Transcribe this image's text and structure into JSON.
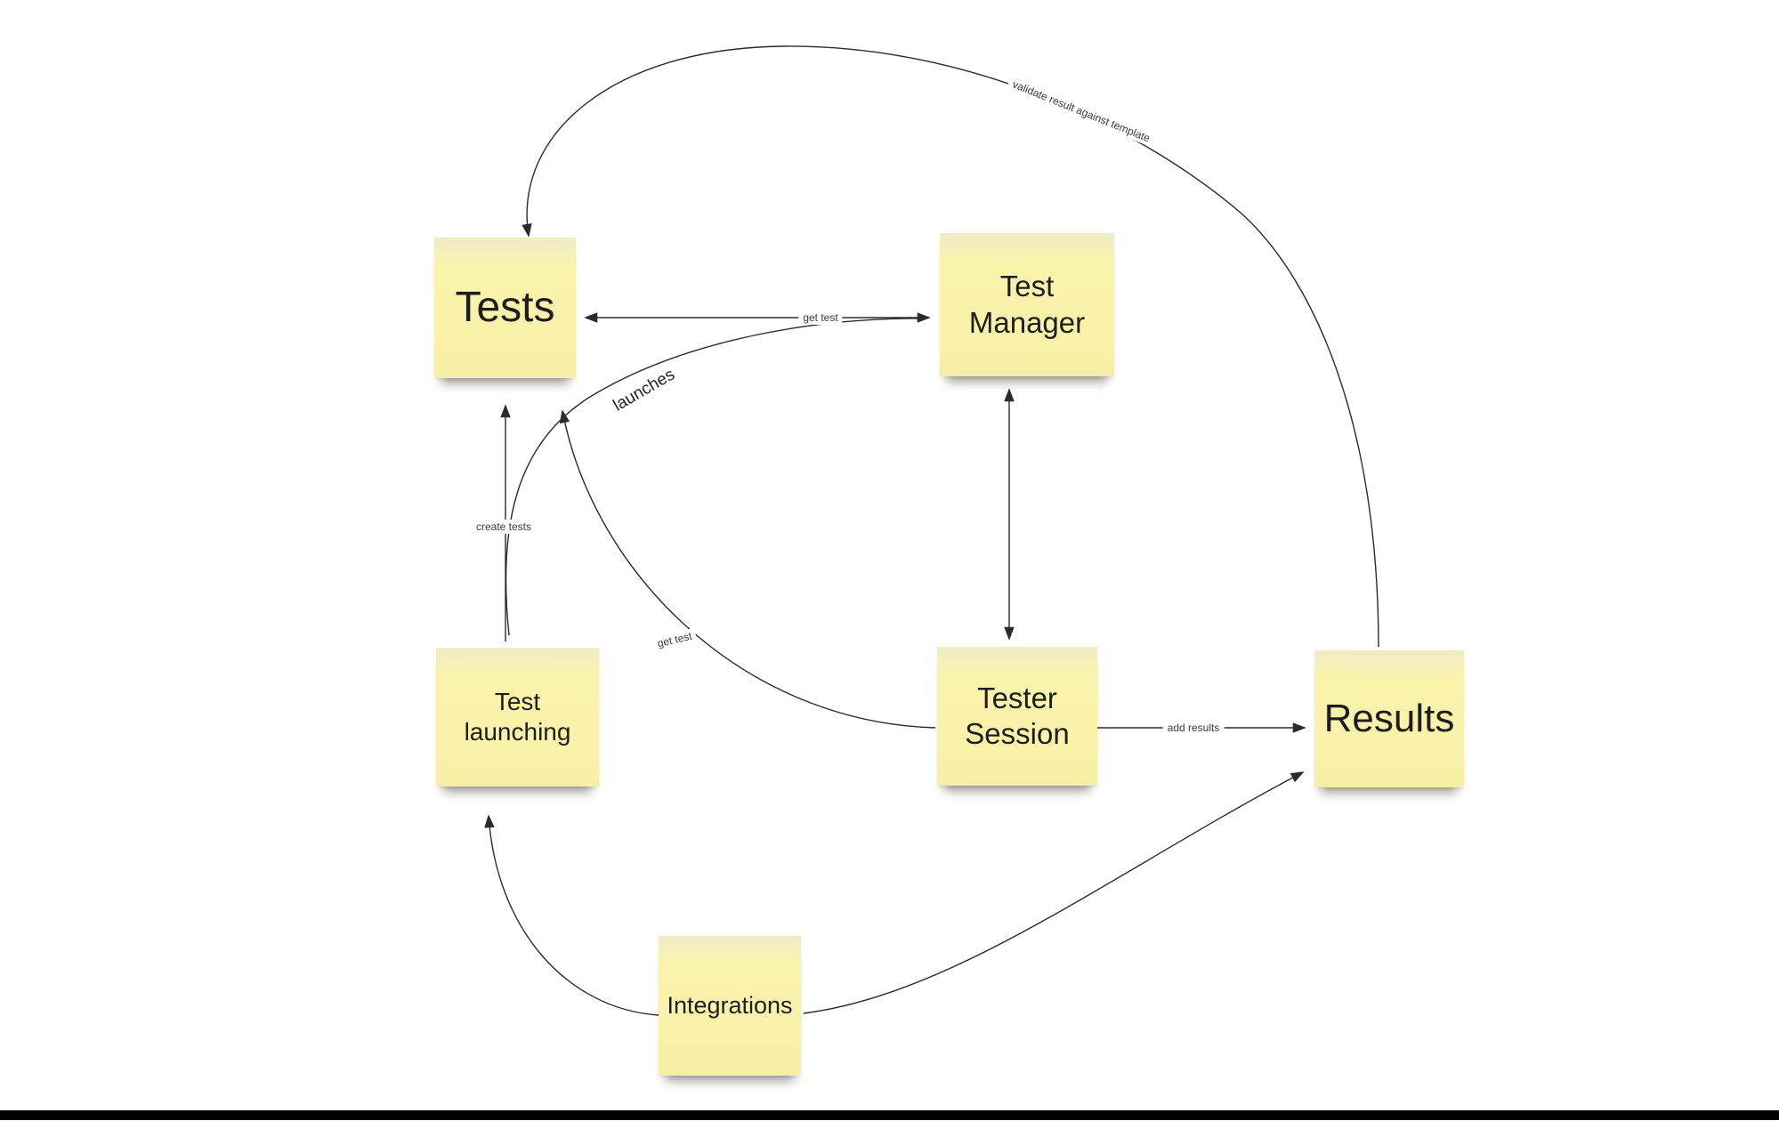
{
  "diagram": {
    "background_color": "#ffffff",
    "note_color": "#faf2a9",
    "line_color": "#2b2b2b",
    "nodes": [
      {
        "id": "tests",
        "label": "Tests"
      },
      {
        "id": "test-manager",
        "label": "Test Manager"
      },
      {
        "id": "test-launching",
        "label": "Test launching"
      },
      {
        "id": "tester-session",
        "label": "Tester Session"
      },
      {
        "id": "results",
        "label": "Results"
      },
      {
        "id": "integrations",
        "label": "Integrations"
      }
    ],
    "edges": [
      {
        "from": "Test Manager",
        "to": "Tests",
        "label": "get test",
        "arrows": "both"
      },
      {
        "from": "Test launching",
        "to": "Test Manager",
        "label": "launches",
        "arrows": "end"
      },
      {
        "from": "Test Manager",
        "to": "Tester Session",
        "label": "",
        "arrows": "both"
      },
      {
        "from": "Test launching",
        "to": "Tests",
        "label": "create tests",
        "arrows": "end"
      },
      {
        "from": "Tester Session",
        "to": "Tests",
        "label": "get test",
        "arrows": "end"
      },
      {
        "from": "Tester Session",
        "to": "Results",
        "label": "add results",
        "arrows": "end"
      },
      {
        "from": "Integrations",
        "to": "Test launching",
        "label": "",
        "arrows": "end"
      },
      {
        "from": "Integrations",
        "to": "Results",
        "label": "",
        "arrows": "end"
      },
      {
        "from": "Results",
        "to": "Tests",
        "label": "validate result against template",
        "arrows": "end"
      }
    ]
  }
}
